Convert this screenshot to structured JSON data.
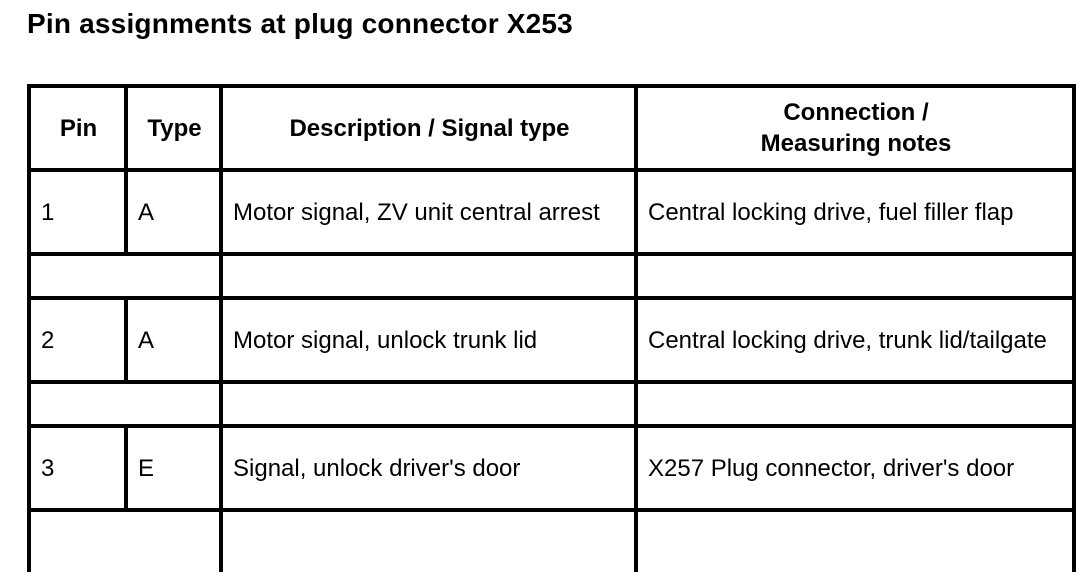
{
  "title": "Pin assignments at plug connector X253",
  "table": {
    "headers": {
      "pin": "Pin",
      "type": "Type",
      "description": "Description / Signal type",
      "connection_line1": "Connection /",
      "connection_line2": "Measuring notes"
    },
    "rows": [
      {
        "pin": "1",
        "type": "A",
        "description": "Motor signal, ZV unit central arrest",
        "connection": "Central locking drive, fuel filler flap"
      },
      {
        "pin": "2",
        "type": "A",
        "description": "Motor signal, unlock trunk lid",
        "connection": "Central locking drive, trunk lid/tailgate"
      },
      {
        "pin": "3",
        "type": "E",
        "description": "Signal, unlock driver's door",
        "connection": "X257 Plug connector, driver's door"
      }
    ]
  }
}
